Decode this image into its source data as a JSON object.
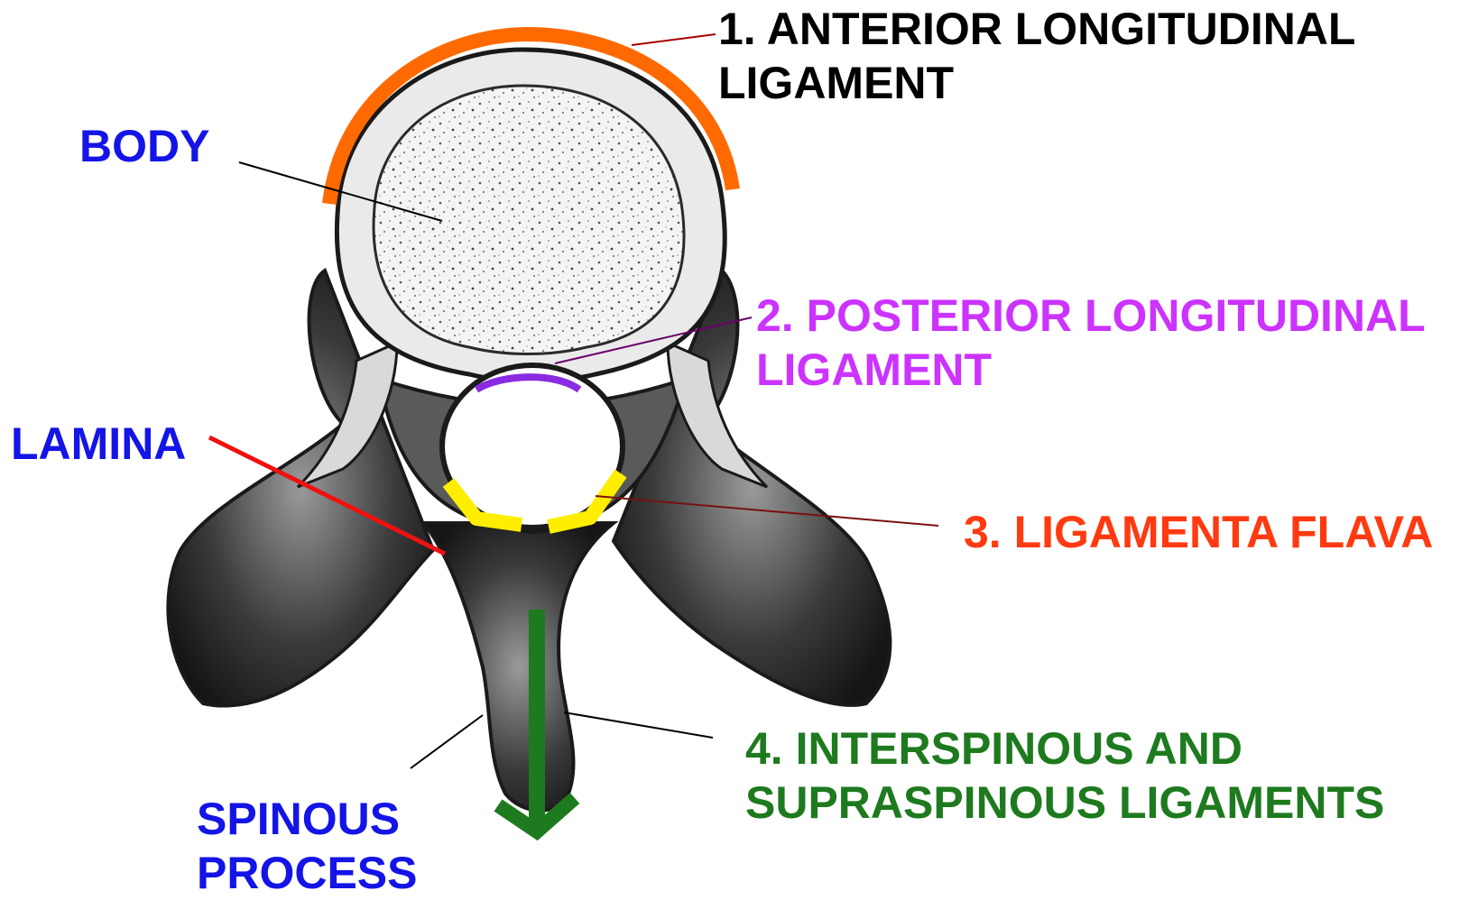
{
  "colors": {
    "background": "#ffffff",
    "bone_fill": "#ededed",
    "bone_dark": "#2a2a2a",
    "bone_outline": "#1a1a1a",
    "anatomy_label": "#1414e6",
    "anterior_longitudinal": "#ff6a00",
    "posterior_longitudinal": "#cc33ff",
    "posterior_mark": "#8a2be2",
    "ligamenta_flava": "#ff3a10",
    "ligamenta_flava_mark": "#ffee00",
    "interspinous": "#1e7a1e",
    "lamina_pointer": "#ee1111",
    "leader_line": "#000000",
    "flava_pointer": "#7a1010"
  },
  "labels": {
    "anterior_longitudinal": {
      "lines": [
        "1. ANTERIOR LONGITUDINAL",
        "LIGAMENT"
      ],
      "color": "#000000"
    },
    "body": {
      "lines": [
        "BODY"
      ],
      "color": "#1414e6"
    },
    "posterior_longitudinal": {
      "lines": [
        "2. POSTERIOR LONGITUDINAL",
        "LIGAMENT"
      ],
      "color": "#cc33ff"
    },
    "lamina": {
      "lines": [
        "LAMINA"
      ],
      "color": "#1414e6"
    },
    "ligamenta_flava": {
      "lines": [
        "3. LIGAMENTA FLAVA"
      ],
      "color": "#ff3a10"
    },
    "interspinous_supraspinous": {
      "lines": [
        "4. INTERSPINOUS AND",
        "SUPRASPINOUS LIGAMENTS"
      ],
      "color": "#1e7a1e"
    },
    "spinous_process": {
      "lines": [
        "SPINOUS",
        "PROCESS"
      ],
      "color": "#1414e6"
    }
  }
}
